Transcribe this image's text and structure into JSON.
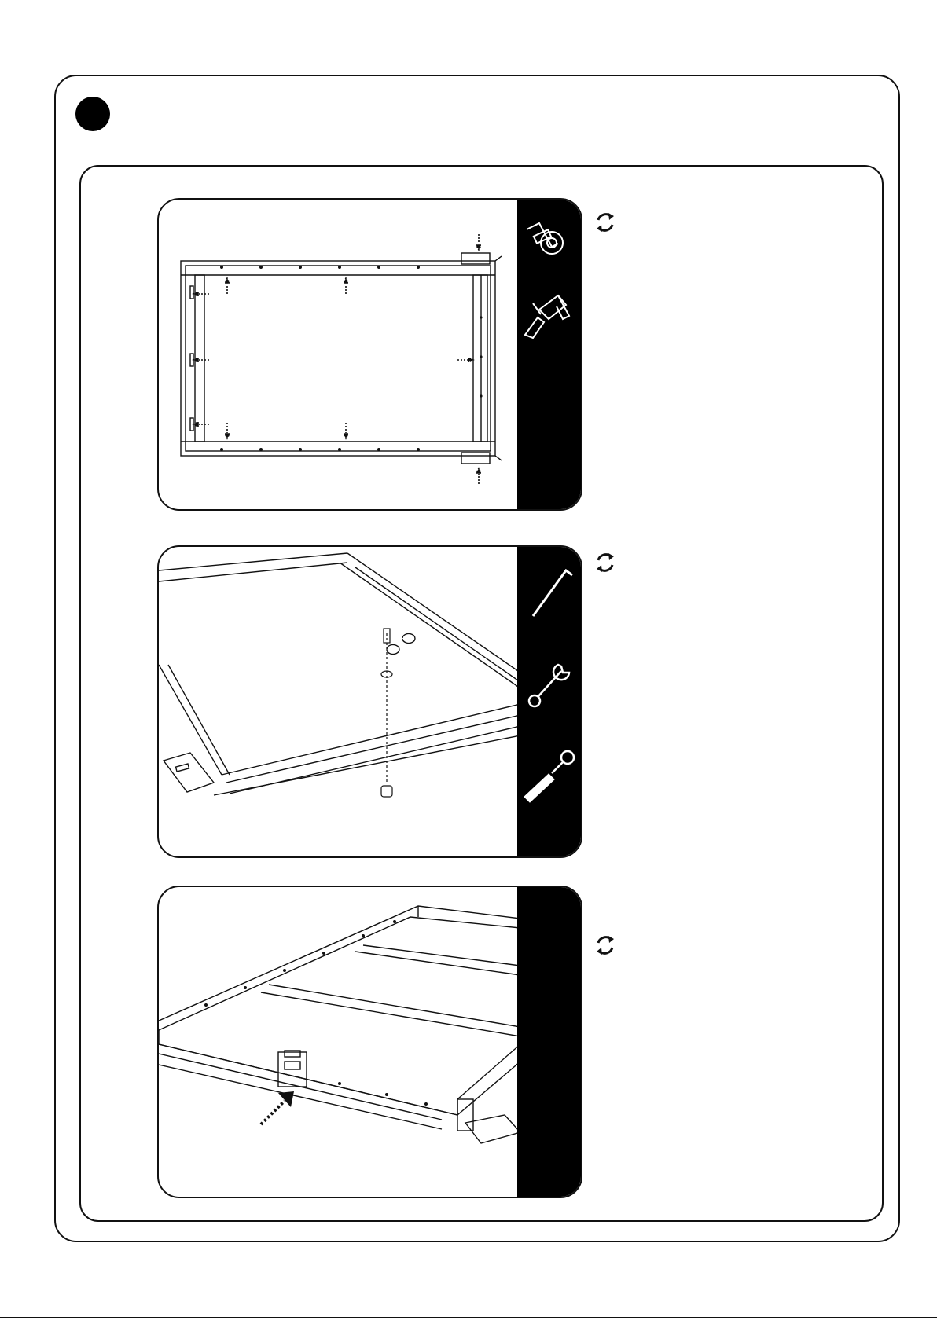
{
  "page": {
    "step_marker": "step-dot",
    "panels": [
      {
        "id": "top-view-frame",
        "tools": [
          "tape-measure-icon",
          "drill-icon"
        ]
      },
      {
        "id": "leveling-foot-assembly",
        "tools": [
          "hex-key-icon",
          "wrench-icon",
          "socket-wrench-icon"
        ]
      },
      {
        "id": "slide-frame-insertion",
        "tools": []
      }
    ],
    "rotate_icon": "rotate-icon",
    "colors": {
      "ink": "#000000",
      "paper": "#ffffff"
    }
  }
}
